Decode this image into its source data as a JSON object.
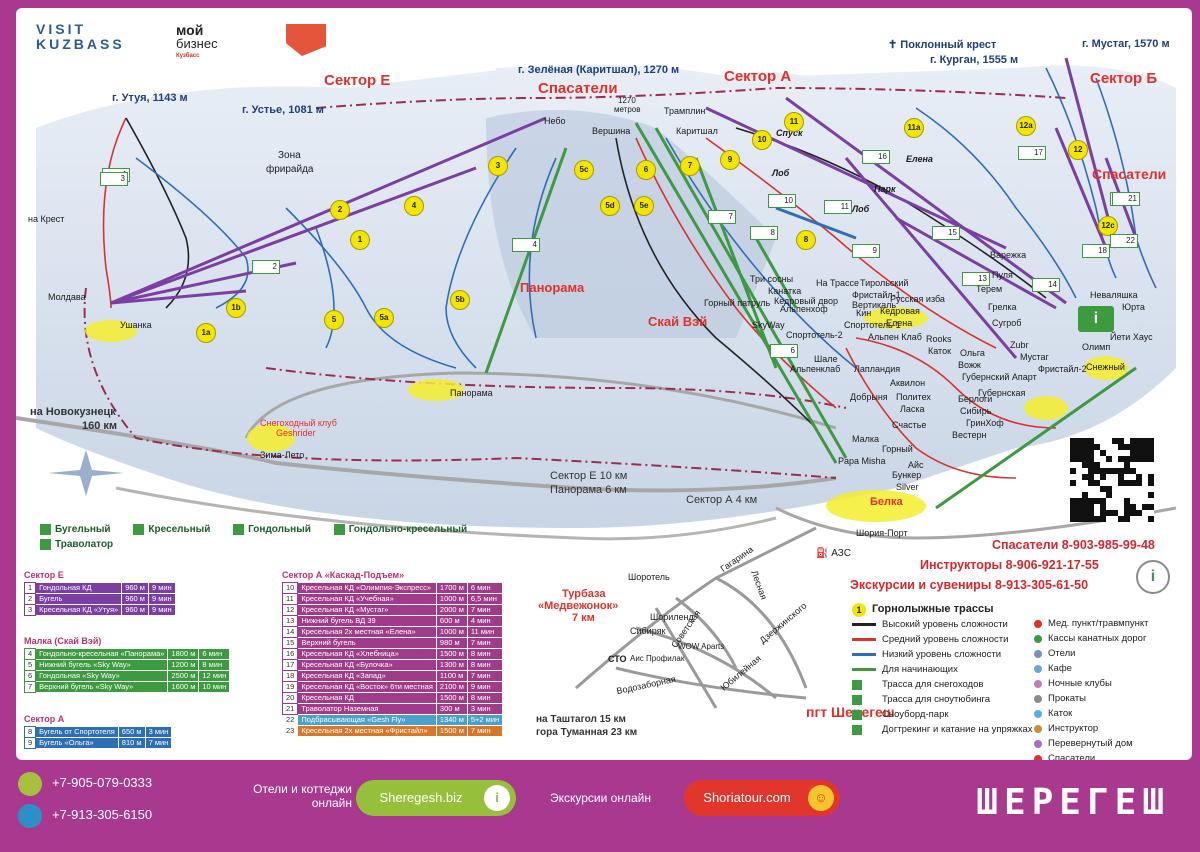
{
  "branding": {
    "visit_line1": "VISIT",
    "visit_line2": "KUZBASS",
    "moy_biznes_line1": "мой",
    "moy_biznes_line2": "бизнес",
    "moy_biznes_line3": "Кузбасс",
    "footer_logo": "ШЕРЕГЕШ"
  },
  "colors": {
    "frame": "#a8398f",
    "lift_purple": "#7b3fa3",
    "lift_green": "#3c9a3f",
    "trail_blue": "#2d6fb7",
    "trail_red": "#d6342c",
    "trail_black": "#222222",
    "road": "#a0a0a0",
    "sector_red": "#e0312b",
    "badge_yellow": "#f2e600"
  },
  "map": {
    "sectors": {
      "e": "Сектор Е",
      "a": "Сектор А",
      "b": "Сектор Б",
      "panorama": "Панорама",
      "sky_way": "Скай Вэй",
      "spasateli_top": "Спасатели",
      "spasateli_right": "Спасатели"
    },
    "peaks": {
      "utuya": "г. Утуя, 1143 м",
      "ustye": "г. Устье, 1081 м",
      "zelenaya": "г. Зелёная (Каритшал), 1270 м",
      "cross": "Поклонный крест",
      "mustag": "г. Мустаг, 1570 м",
      "kurgan": "г. Курган, 1555 м"
    },
    "places": {
      "freeride_1": "Зона",
      "freeride_2": "фрирайда",
      "na_krest": "на Крест",
      "moldava": "Молдава",
      "ushanka": "Ушанка",
      "nebo": "Небо",
      "vershina": "Вершина",
      "alt_1": "1270",
      "alt_2": "метров",
      "tramplin": "Трамплин",
      "karitshal": "Каритшал",
      "spusk": "Спуск",
      "elena": "Елена",
      "park": "Парк",
      "lob_1": "Лоб",
      "lob_2": "Лоб",
      "varezhka": "Варежка",
      "pulya": "Пуля",
      "terem": "Терем",
      "grelka": "Грелка",
      "sugrob": "Сугроб",
      "nevalyashka": "Неваляшка",
      "yurta": "Юрта",
      "yeti": "Йети Хаус",
      "olimp": "Олимп",
      "snezhny": "Снежный",
      "freestyle2": "Фристайл-2",
      "mustag_ref": "Мустаг",
      "zubr": "Zubr",
      "rooks": "Rooks",
      "katok": "Каток",
      "olga": "Ольга",
      "vozh": "Вожж",
      "gubern_apart": "Губернский Апарт",
      "gubernskaya": "Губернская",
      "sibir": "Сибирь",
      "berlogi": "Берлоги",
      "grinhof": "ГринХоф",
      "vestern": "Вестерн",
      "politekh": "Политех",
      "laska": "Ласка",
      "akvilon": "Аквилон",
      "schastye": "Счастье",
      "dobrynya": "Добрыня",
      "alpenklab": "Альпенклаб",
      "shale": "Шале",
      "lapland": "Лапландия",
      "alpen_klab": "Альпен Клаб",
      "kedrovaya": "Кедровая",
      "elena_h": "Елена",
      "sportotel": "Спортотель-1",
      "sportotel2": "Спортотель-2",
      "russkaya": "Русская изба",
      "kin": "Кин",
      "tirolsky": "Тирольский",
      "na_trasse": "На Трассе",
      "freestyle1": "Фристайл-1",
      "vertikal": "Вертикаль",
      "skyway_h": "SkyWay",
      "alpenhof": "Альпенхоф",
      "kedr_dvor": "Кедровый двор",
      "kanatka": "Канатка",
      "gorny_patrul": "Горный патруль",
      "tri_sosny": "Три сосны",
      "panorama_p": "Панорама",
      "malka": "Малка",
      "papa_misha": "Papa Misha",
      "aist": "Айс",
      "bunker": "Бункер",
      "silver": "Silver",
      "gorny": "Горный",
      "belka": "Белка",
      "shoria_port": "Шория-Порт",
      "azs": "АЗС",
      "zima_leto": "Зима-Лето",
      "snowclub_1": "Снегоходный клуб",
      "snowclub_2": "Geshrider"
    },
    "roads": {
      "novokuznetsk": "на Новокузнецк",
      "novokuznetsk_km": "160 км",
      "sector_e_km": "Сектор Е 10 км",
      "panorama_km": "Панорама 6 км",
      "sector_a_km": "Сектор А  4 км",
      "tashtagol": "на Таштагол 15 км",
      "tuman": "гора Туманная 23 км"
    },
    "town": {
      "title": "пгт Шерегеш",
      "turbaza_1": "Турбаза",
      "turbaza_2": "«Медвежонок»",
      "turbaza_3": "7 км",
      "sto": "СТО",
      "shorotel": "Шоротель",
      "gagarina": "Гагарина",
      "lesnaya": "Лесная",
      "sibiryak": "Сибиряк",
      "shorilend": "Шориленд",
      "sovetskaya": "Советская",
      "aist_prof": "Аис Профилак",
      "wow": "WOW Aparts",
      "vodozabornaya": "Водозаборная",
      "dzerzhinskogo": "Дзержинского",
      "ubileynaya": "Юбилейная"
    },
    "markers": [
      "1",
      "1a",
      "1b",
      "2",
      "3",
      "4",
      "5",
      "5a",
      "5b",
      "5c",
      "5d",
      "5e",
      "6",
      "7",
      "8",
      "9",
      "10",
      "11",
      "11a",
      "12",
      "12a",
      "12c"
    ],
    "lift_numbers": [
      "1",
      "2",
      "3",
      "4",
      "5",
      "6",
      "7",
      "8",
      "9",
      "10",
      "11",
      "12",
      "13",
      "14",
      "15",
      "16",
      "17",
      "18",
      "19",
      "20",
      "21",
      "22"
    ]
  },
  "contacts": {
    "rescuers": "Спасатели 8-903-985-99-48",
    "instructors": "Инструкторы 8-906-921-17-55",
    "excursions": "Экскурсии и сувениры 8-913-305-61-50"
  },
  "lift_legend": {
    "drag": "Бугельный",
    "chair": "Кресельный",
    "gondola": "Гондольный",
    "combo": "Гондольно-кресельный",
    "travolator": "Траволатор"
  },
  "legend": {
    "title": "Горнолыжные трассы",
    "items": [
      {
        "label": "Высокий уровень сложности",
        "color": "#222222"
      },
      {
        "label": "Средний уровень сложности",
        "color": "#d6342c"
      },
      {
        "label": "Низкий уровень сложности",
        "color": "#2d6fb7"
      },
      {
        "label": "Для начинающих",
        "color": "#3c9a3f"
      },
      {
        "label": "Трасса для снегоходов",
        "color": ""
      },
      {
        "label": "Трасса для сноутюбинга",
        "color": ""
      },
      {
        "label": "Сноуборд-парк",
        "color": ""
      },
      {
        "label": "Догтрекинг и катание на упряжках",
        "color": ""
      }
    ],
    "services": [
      {
        "label": "Мед. пункт/травмпункт",
        "color": "#e0312b"
      },
      {
        "label": "Кассы канатных дорог",
        "color": "#3c9a3f"
      },
      {
        "label": "Отели",
        "color": "#7b8fbf"
      },
      {
        "label": "Кафе",
        "color": "#6aa6d6"
      },
      {
        "label": "Ночные клубы",
        "color": "#c47bb6"
      },
      {
        "label": "Прокаты",
        "color": "#8a8a8a"
      },
      {
        "label": "Каток",
        "color": "#5ab0d8"
      },
      {
        "label": "Инструктор",
        "color": "#d08a3a"
      },
      {
        "label": "Перевернутый дом",
        "color": "#b06bc4"
      },
      {
        "label": "Спасатели",
        "color": "#e0312b"
      }
    ]
  },
  "tables": {
    "sector_e": {
      "title": "Сектор Е",
      "rows": [
        [
          "1",
          "Гондольная КД",
          "960 м",
          "9 мин"
        ],
        [
          "2",
          "Бугель",
          "960 м",
          "9 мин"
        ],
        [
          "3",
          "Кресельная КД «Утуя»",
          "960 м",
          "9 мин"
        ]
      ]
    },
    "malka": {
      "title": "Малка (Скай Вэй)",
      "rows": [
        [
          "4",
          "Гондольно-кресельная «Панорама»",
          "1800 м",
          "6 мин"
        ],
        [
          "5",
          "Нижний бугель «Sky Way»",
          "1200 м",
          "8 мин"
        ],
        [
          "6",
          "Гондольная «Sky Way»",
          "2500 м",
          "12 мин"
        ],
        [
          "7",
          "Верхний бугель «Sky Way»",
          "1600 м",
          "10 мин"
        ]
      ]
    },
    "sector_a": {
      "title": "Сектор А",
      "rows": [
        [
          "8",
          "Бугель от Спортотеля",
          "650 м",
          "3 мин"
        ],
        [
          "9",
          "Бугель «Ольга»",
          "810 м",
          "7 мин"
        ]
      ]
    },
    "kaskad": {
      "title": "Сектор А «Каскад-Подъем»",
      "rows": [
        [
          "10",
          "Кресельная КД «Олимпия-Экспресс»",
          "1700 м",
          "6 мин"
        ],
        [
          "11",
          "Кресельная КД «Учебная»",
          "1000 м",
          "6,5 мин"
        ],
        [
          "12",
          "Кресельная КД «Мустаг»",
          "2000 м",
          "7 мин"
        ],
        [
          "13",
          "Нижний бугель ВД 39",
          "600 м",
          "4 мин"
        ],
        [
          "14",
          "Кресельная 2х местная «Елена»",
          "1000 м",
          "11 мин"
        ],
        [
          "15",
          "Верхний бугель",
          "980 м",
          "7 мин"
        ],
        [
          "16",
          "Кресельная КД «Хлебница»",
          "1500 м",
          "8 мин"
        ],
        [
          "17",
          "Кресельная КД «Булочка»",
          "1300 м",
          "8 мин"
        ],
        [
          "18",
          "Кресельная КД «Запад»",
          "1100 м",
          "7 мин"
        ],
        [
          "19",
          "Кресельная КД «Восток» 6ти местная",
          "2100 м",
          "9 мин"
        ],
        [
          "20",
          "Кресельная КД",
          "1500 м",
          "8 мин"
        ],
        [
          "21",
          "Траволатор Наземная",
          "300 м",
          "3 мин"
        ]
      ],
      "extra": [
        [
          "22",
          "Подбрасывающая «Gesh Fly»",
          "1340 м",
          "5+2 мин",
          "#4aa0c8"
        ],
        [
          "23",
          "Кресельная 2х местная «Фристайл»",
          "1500 м",
          "7 мин",
          "#d6772a"
        ]
      ]
    }
  },
  "footer": {
    "phone1": "+7-905-079-0333",
    "phone2": "+7-913-305-6150",
    "hotels_line1": "Отели и коттеджи",
    "hotels_line2": "онлайн",
    "site1": "Sheregesh.biz",
    "excursions_online": "Экскурсии онлайн",
    "site2": "Shoriatour.com",
    "info_i": "i"
  }
}
